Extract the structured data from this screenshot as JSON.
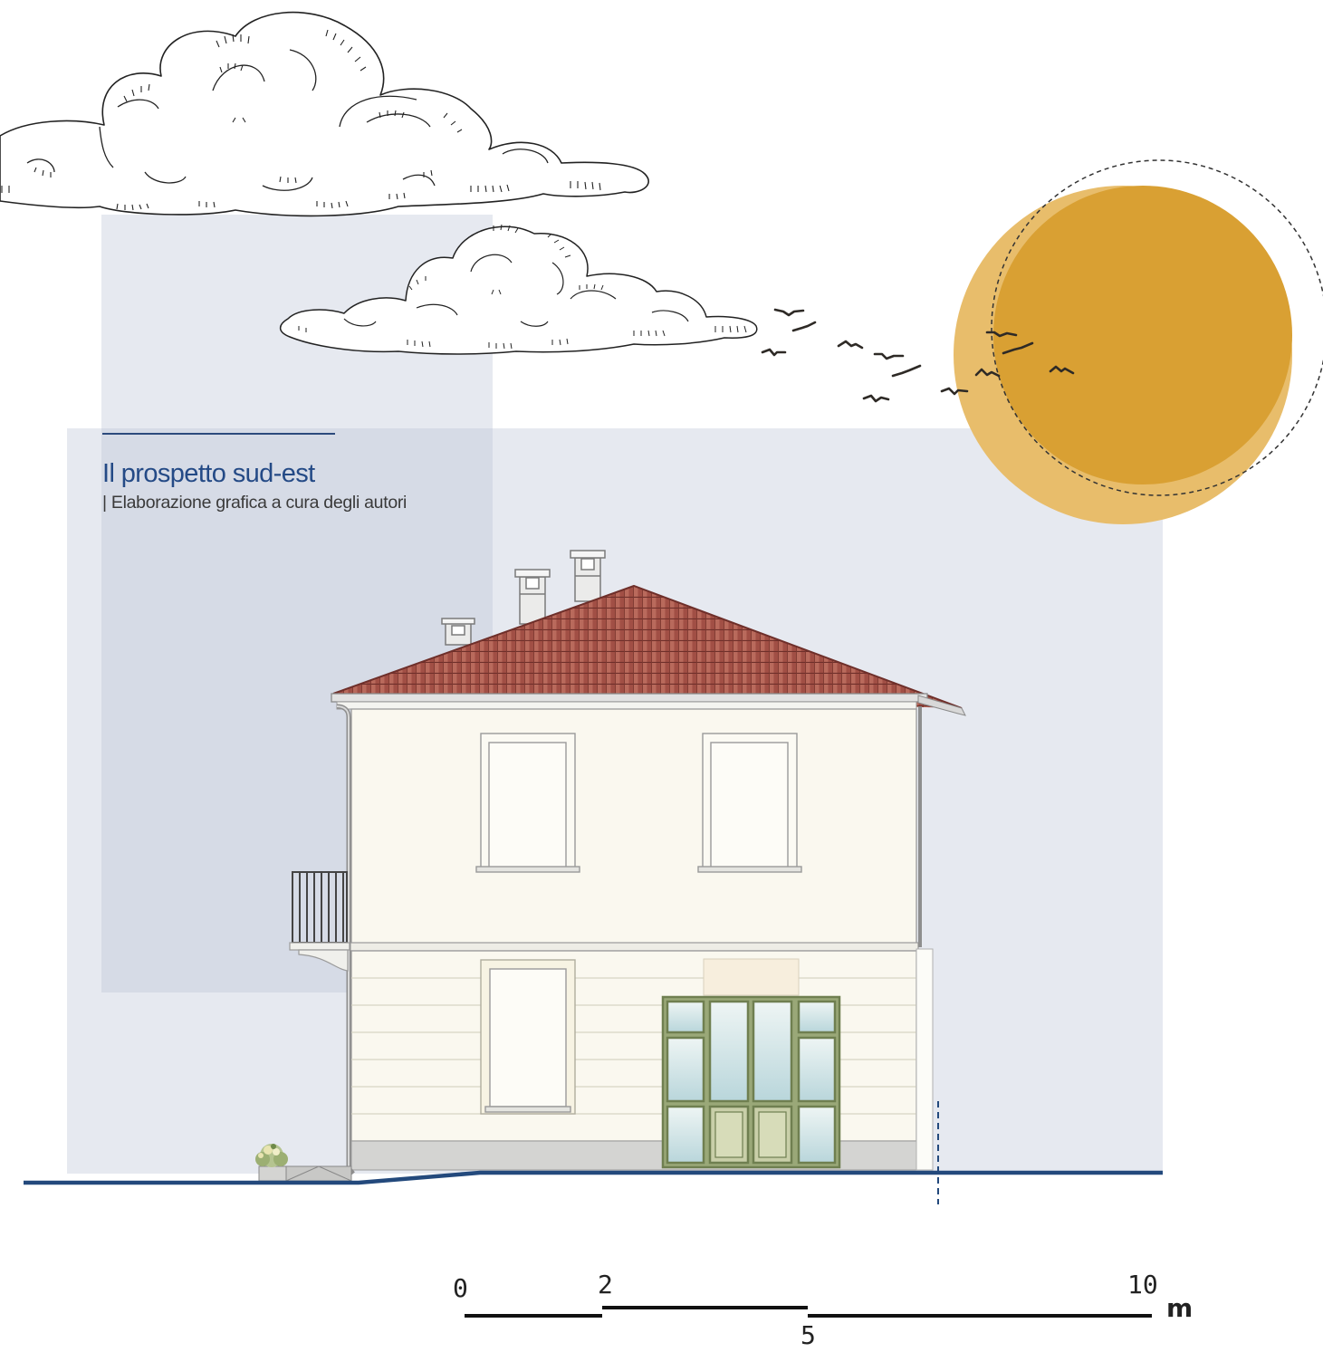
{
  "caption": {
    "title": "Il prospetto sud-est",
    "subtitle": "| Elaborazione grafica a cura degli autori"
  },
  "scale_bar": {
    "ticks": [
      "0",
      "2",
      "5",
      "10"
    ],
    "unit": "m"
  },
  "colors": {
    "panel": "#e6e9f0",
    "panel_dark": "#d6dbe6",
    "caption_blue": "#244a86",
    "sun": "#d9a033",
    "sun_halo": "#e8bd6b",
    "roof": "#9c4a42",
    "wall": "#faf8ef",
    "ground_line": "#23497c",
    "window_frame": "#8a9a6a",
    "glass": "#cfe4e8"
  },
  "icons": [
    "cloud-sketch",
    "bird-silhouette",
    "sun-disc",
    "chimney",
    "balcony-railing",
    "potted-shrub"
  ]
}
